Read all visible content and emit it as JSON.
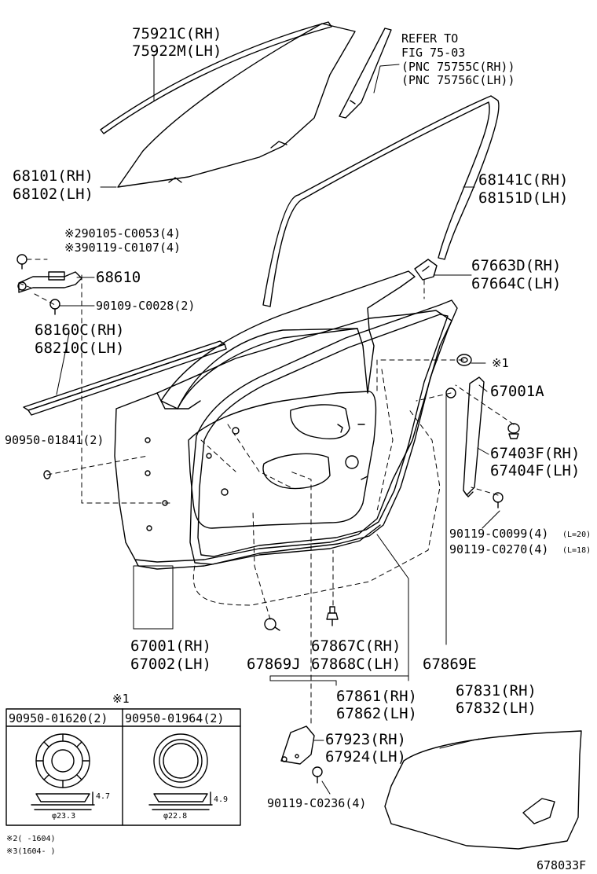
{
  "labels": {
    "p75921": "75921C(RH)",
    "p75922": "75922M(LH)",
    "refer1": "REFER TO",
    "refer2": "FIG 75-03",
    "refer3": "(PNC 75755C(RH))",
    "refer4": "(PNC 75756C(LH))",
    "p68101": "68101(RH)",
    "p68102": "68102(LH)",
    "p68141": "68141C(RH)",
    "p68151": "68151D(LH)",
    "p90105": "※290105-C0053(4)",
    "p90119a": "※390119-C0107(4)",
    "p68610": "68610",
    "p90109": "90109-C0028(2)",
    "p67663": "67663D(RH)",
    "p67664": "67664C(LH)",
    "p68160": "68160C(RH)",
    "p68210": "68210C(LH)",
    "mark1_right": "※1",
    "p67001a": "67001A",
    "p90950_1841": "90950-01841(2)",
    "p67403": "67403F(RH)",
    "p67404": "67404F(LH)",
    "p90119_c0099": "90119-C0099(4)",
    "p90119_c0099_len": "(L=20)",
    "p90119_c0270": "90119-C0270(4)",
    "p90119_c0270_len": "(L=18)",
    "p67001": "67001(RH)",
    "p67002": "67002(LH)",
    "p67867": "67867C(RH)",
    "p67868": "67868C(LH)",
    "p67869j": "67869J",
    "p67869e": "67869E",
    "p67861": "67861(RH)",
    "p67862": "67862(LH)",
    "p67831": "67831(RH)",
    "p67832": "67832(LH)",
    "p67923": "67923(RH)",
    "p67924": "67924(LH)",
    "p90119_c0236": "90119-C0236(4)",
    "mark1_box": "※1",
    "box_left_head": "90950-01620(2)",
    "box_right_head": "90950-01964(2)",
    "dim_left_h": "4.7",
    "dim_left_d": "φ23.3",
    "dim_right_h": "4.9",
    "dim_right_d": "φ22.8",
    "note2": "※2(    -1604)",
    "note3": "※3(1604-    )",
    "fig_id": "678033F"
  }
}
